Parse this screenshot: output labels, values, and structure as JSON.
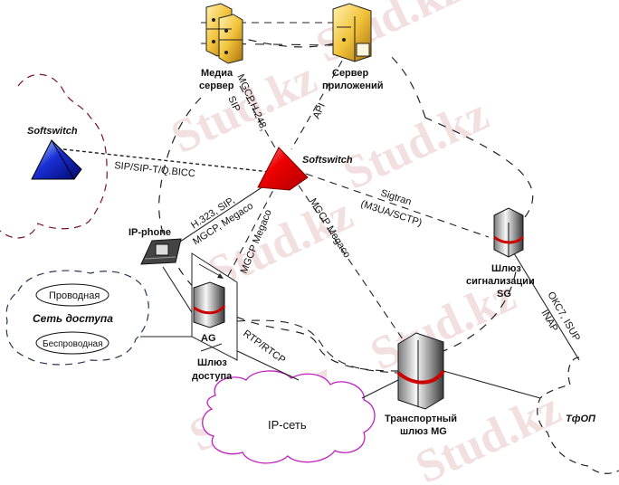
{
  "diagram": {
    "watermark": "Stud.kz",
    "nodes": {
      "media_server": {
        "label_line1": "Медиа",
        "label_line2": "сервер",
        "icon": "server-stack-icon"
      },
      "app_server": {
        "label_line1": "Сервер",
        "label_line2": "приложений",
        "icon": "server-icon"
      },
      "softswitch_remote": {
        "label": "Softswitch",
        "icon": "pyramid-icon",
        "color": "#1a2fd6"
      },
      "softswitch_main": {
        "label": "Softswitch",
        "icon": "pyramid-icon",
        "color": "#e00000"
      },
      "ip_phone": {
        "label": "IP-phone",
        "icon": "ip-phone-icon"
      },
      "access_gateway": {
        "label_inner": "AG",
        "label_line1": "Шлюз",
        "label_line2": "доступа",
        "icon": "gateway-icon"
      },
      "signaling_gateway": {
        "label_line1": "Шлюз",
        "label_line2": "сигнализации",
        "label_line3": "SG",
        "icon": "gateway-icon"
      },
      "media_gateway": {
        "label_line1": "Транспортный",
        "label_line2": "шлюз MG",
        "icon": "gateway-icon"
      },
      "access_network": {
        "label": "Сеть доступа",
        "wired": "Проводная",
        "wireless": "Беспроводная"
      },
      "ip_network": {
        "label": "IP-сеть",
        "color": "#c020c0"
      },
      "pstn": {
        "label": "ТфОП"
      }
    },
    "links": {
      "media_softswitch": "MGCP,H.248,",
      "media_softswitch_2": "SIP",
      "app_softswitch": "API",
      "softswitch_softswitch": "SIP/SIP-T/Q.BICC",
      "phone_softswitch_1": "H.323, SIP,",
      "phone_softswitch_2": "MGCP, Megaco",
      "ag_softswitch": "MGCP Megaco",
      "mg_softswitch": "MGCP Megaco",
      "sg_softswitch_1": "Sigtran",
      "sg_softswitch_2": "(M3UA/SCTP)",
      "sg_pstn_1": "ОКС7, ISUP",
      "sg_pstn_2": "INAP",
      "ag_ip": "RTP/RTCP"
    }
  }
}
